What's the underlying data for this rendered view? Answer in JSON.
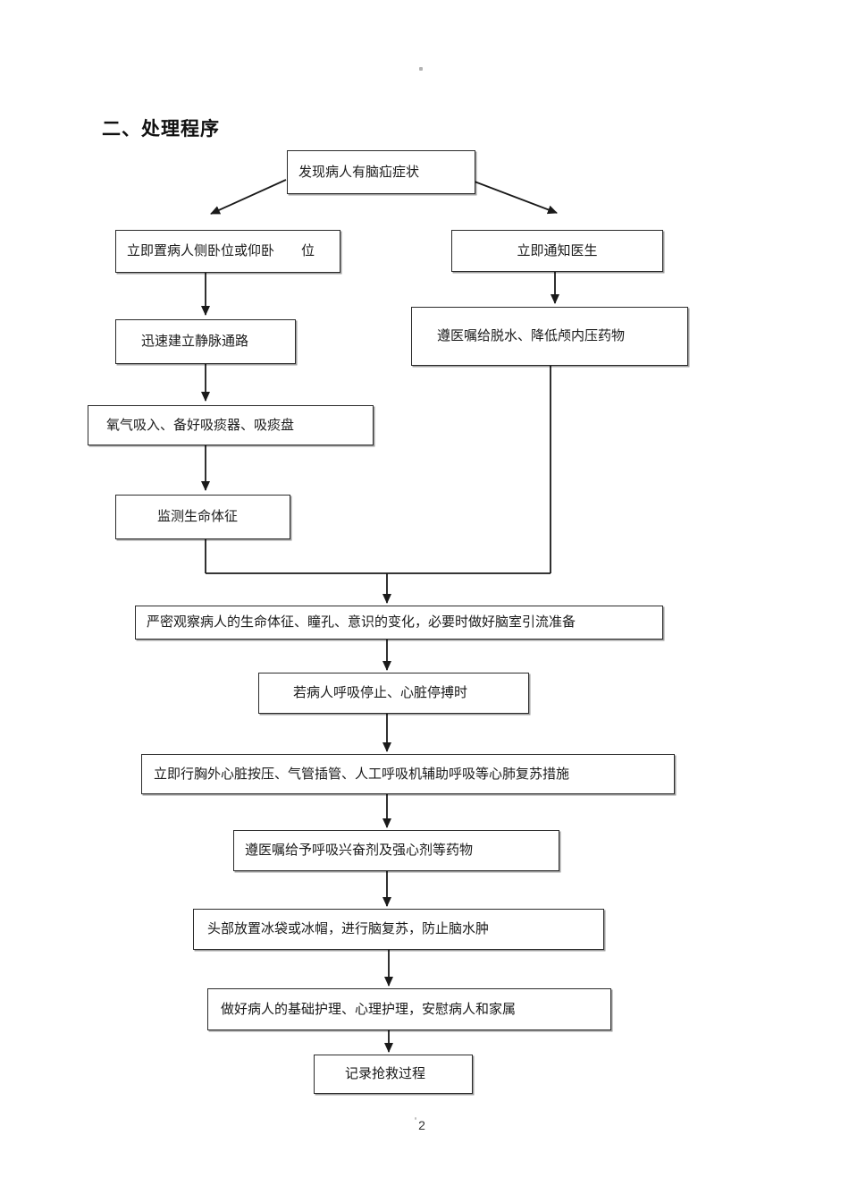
{
  "page": {
    "title": "二、处理程序",
    "page_number": "2"
  },
  "flowchart": {
    "nodes": [
      {
        "id": "symptom",
        "text": "发现病人有脑疝症状"
      },
      {
        "id": "position",
        "text": "立即置病人侧卧位或仰卧　　位"
      },
      {
        "id": "notify",
        "text": "立即通知医生"
      },
      {
        "id": "vein",
        "text": "迅速建立静脉通路"
      },
      {
        "id": "dehydrate",
        "text": "遵医嘱给脱水、降低颅内压药物"
      },
      {
        "id": "oxygen",
        "text": "氧气吸入、备好吸痰器、吸痰盘"
      },
      {
        "id": "vitals",
        "text": "监测生命体征"
      },
      {
        "id": "observe",
        "text": "严密观察病人的生命体征、瞳孔、意识的变化，必要时做好脑室引流准备"
      },
      {
        "id": "arrest",
        "text": "若病人呼吸停止、心脏停搏时"
      },
      {
        "id": "cpr",
        "text": "立即行胸外心脏按压、气管插管、人工呼吸机辅助呼吸等心肺复苏措施"
      },
      {
        "id": "drugs",
        "text": "遵医嘱给予呼吸兴奋剂及强心剂等药物"
      },
      {
        "id": "ice",
        "text": "头部放置冰袋或冰帽，进行脑复苏，防止脑水肿"
      },
      {
        "id": "care",
        "text": "做好病人的基础护理、心理护理，安慰病人和家属"
      },
      {
        "id": "record",
        "text": "记录抢救过程"
      }
    ],
    "line_color": "#1a1a1a"
  }
}
